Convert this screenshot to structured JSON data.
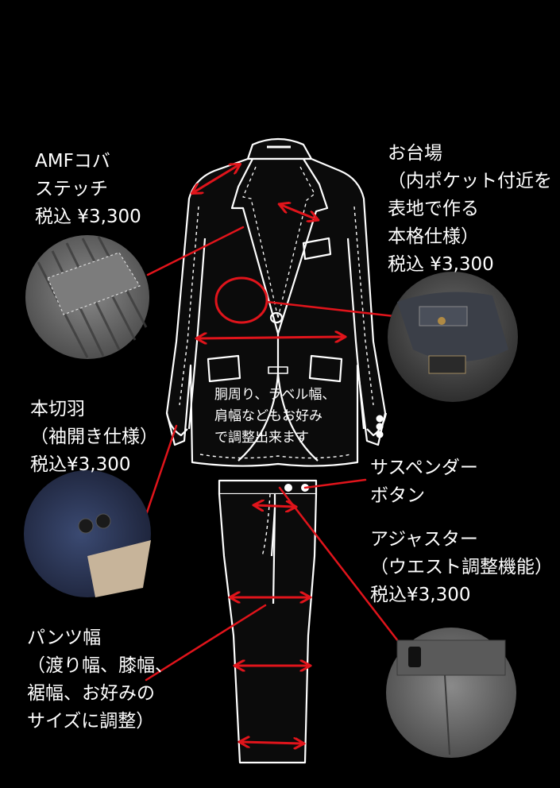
{
  "colors": {
    "background": "#000000",
    "outline": "#ffffff",
    "arrow": "#e0141b",
    "jacket_fill": "#0b0b0b",
    "photo_gray": "#6e6e6e",
    "photo_navy": "#2b3556"
  },
  "labels": {
    "amf": [
      "AMFコバ",
      "ステッチ",
      "税込 ¥3,300"
    ],
    "odaiba": [
      "お台場",
      "（内ポケット付近を",
      "表地で作る",
      "本格仕様）",
      "税込 ¥3,300"
    ],
    "honsetsu": [
      "本切羽",
      "（袖開き仕様）",
      "税込¥3,300"
    ],
    "suspender": [
      "サスペンダー",
      "ボタン"
    ],
    "adjuster": [
      "アジャスター",
      "（ウエスト調整機能）",
      "税込¥3,300"
    ],
    "pants": [
      "パンツ幅",
      "（渡り幅、膝幅、",
      "裾幅、お好みの",
      "サイズに調整）"
    ],
    "center_note": [
      "胴周り、ラベル幅、",
      "肩幅などもお好み",
      "で調整出来ます"
    ]
  }
}
